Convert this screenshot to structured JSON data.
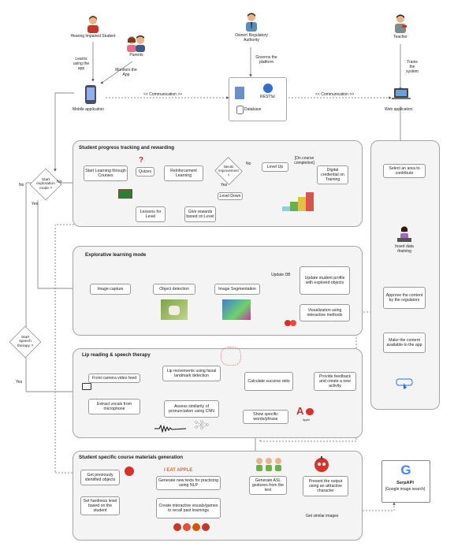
{
  "actors": {
    "student": "Hearing Impaired Student",
    "parents": "Parents",
    "owner": "Owner/ Regulatory Authority",
    "teacher": "Teacher"
  },
  "edges": {
    "learns": "Learns using the app",
    "monitors": "Monitors the App",
    "governs": "Governs the platform",
    "trains": "Trains the system",
    "comm_left": "<< Communication >>",
    "comm_right": "<< Communication >>",
    "no1": "No",
    "no2": "No",
    "yes1": "Yes",
    "yes2": "Yes",
    "no_improve": "No",
    "yes_improve": "Yes",
    "on_course": "[On course completion]",
    "update_db": "Update DB",
    "get_similar": "Get similar images"
  },
  "nodes": {
    "mobile": "Mobile application",
    "web": "Web application",
    "database": "Database",
    "restful": "RESTful"
  },
  "decisions": {
    "exploration": "Start exploration mode ?",
    "speech": "Start speech therapy ?",
    "needs": "Needs improvement ?"
  },
  "progress": {
    "title": "Student progress tracking and rewarding",
    "start": "Start Learning through Courses",
    "quizes": "Quizes",
    "reinforcement": "Reinforcement Learning",
    "levelup": "Level Up",
    "leveldown": "Level Down",
    "credential": "Digital credential on Training",
    "lessons": "Lessons for Level",
    "rewards": "Give rewards based on Level"
  },
  "explorative": {
    "title": "Explorative learning mode",
    "capture": "Image capture",
    "detection": "Object detection",
    "segmentation": "Image Segmentation",
    "update": "Update student profile with explored objects",
    "visualization": "Visualization using interactive methods"
  },
  "lip": {
    "title": "Lip reading & speech therapy",
    "camera": "Front camera video feed",
    "lipmove": "Lip movements using facial landmark detection",
    "vocals": "Extract vocals from microphone",
    "similarity": "Assess similarity of pronunciation using CNN",
    "success": "Calculate success ratio",
    "feedback": "Provide feedback and create a new activity",
    "words": "Show specific words/phrase",
    "apple": "Apple"
  },
  "materials": {
    "title": "Student specific course materials generation",
    "previous": "Get previously identified objects",
    "hardness": "Set hardness level based on the student",
    "nlp": "Generate new texts for practicing using NLP",
    "eat_apple": "I EAT APPLE",
    "asl": "Generate ASL gestures from the text",
    "present": "Present the output using an attractive character",
    "interactive": "Create interactive visuals/games to recall past learnings"
  },
  "web_panel": {
    "select": "Select an area to contribute",
    "insert": "Insert data /training",
    "approve": "Approve the content by the regulators",
    "make": "Make the content available to the app"
  },
  "serpapi": {
    "name": "SerpAPI",
    "desc": "(Google image search)",
    "logo": "G"
  }
}
